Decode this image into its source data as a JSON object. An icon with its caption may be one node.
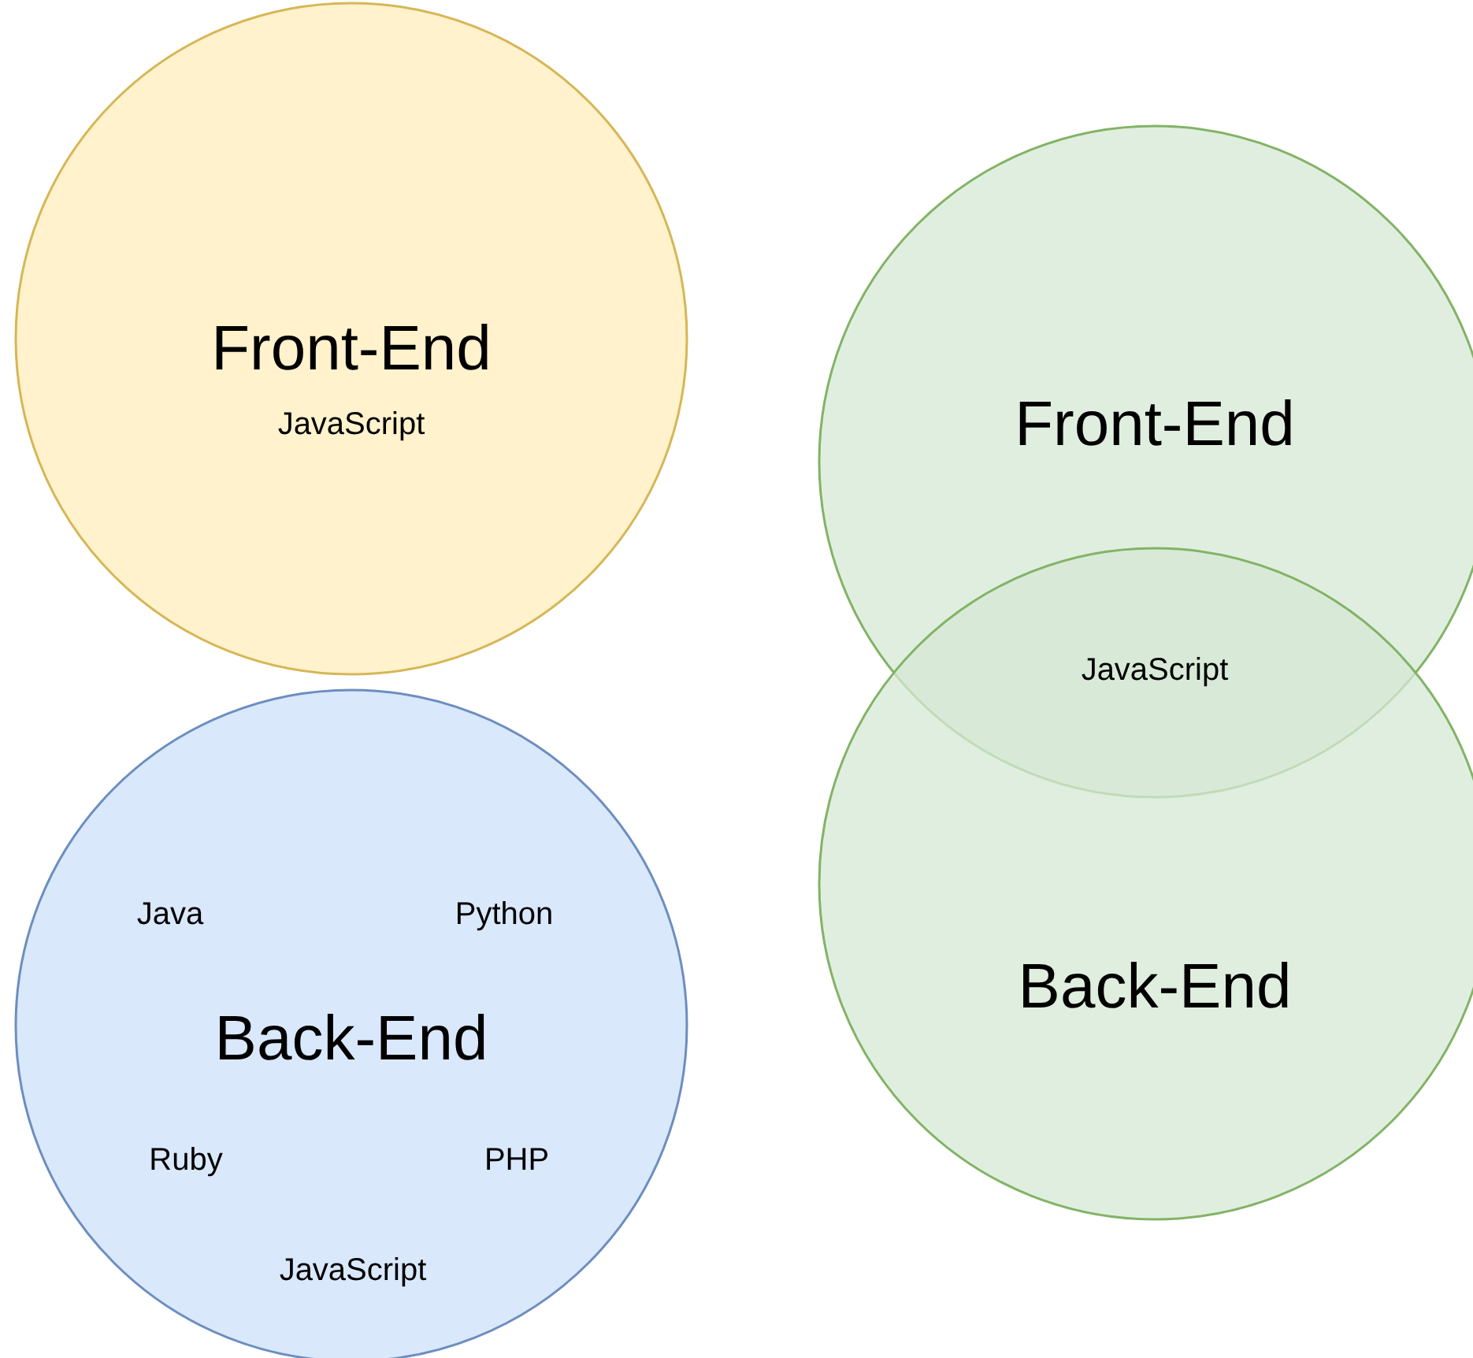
{
  "diagram": {
    "nodes": [
      {
        "text": [
          "Front-End",
          "JavaScript"
        ]
      },
      {
        "text": [
          "Back-End",
          "Java",
          "Python",
          "Ruby",
          "PHP",
          "JavaScript"
        ]
      },
      {
        "text": [
          "Front-End"
        ]
      },
      {
        "text": [
          "Back-End"
        ]
      }
    ],
    "labels": [
      "JavaScript"
    ]
  }
}
